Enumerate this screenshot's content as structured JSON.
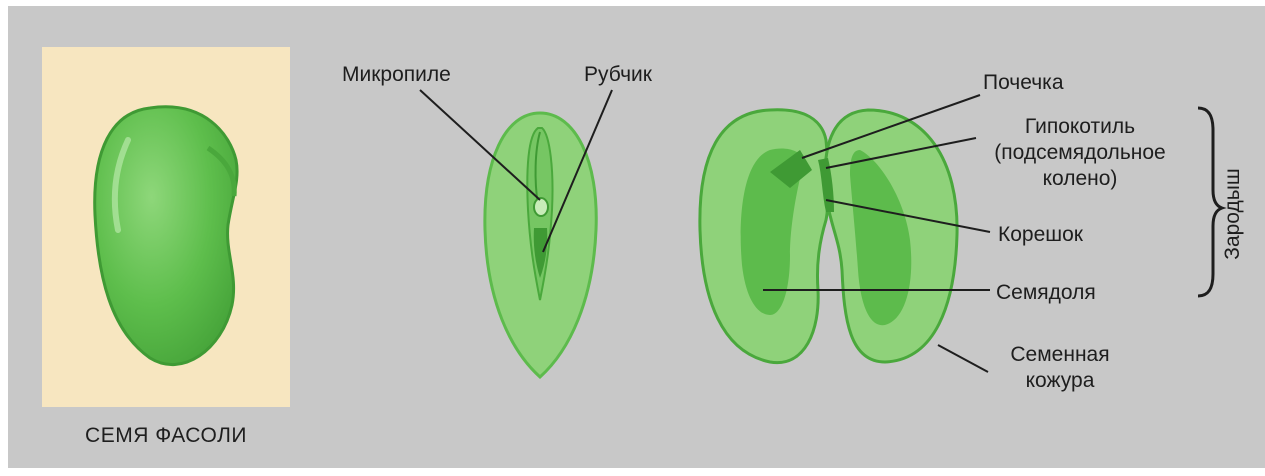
{
  "labels": {
    "micropyle": "Микропиле",
    "hilum": "Рубчик",
    "plumule": "Почечка",
    "hypocotyl_1": "Гипокотиль",
    "hypocotyl_2": "(подсемядольное",
    "hypocotyl_3": "колено)",
    "radicle": "Корешок",
    "cotyledon": "Семядоля",
    "seed_coat_1": "Семенная",
    "seed_coat_2": "кожура",
    "embryo": "Зародыш",
    "caption": "СЕМЯ ФАСОЛИ"
  },
  "colors": {
    "background": "#c8c8c8",
    "panel": "#f7e6c0",
    "seed_light": "#8fd27a",
    "seed_mid": "#5dbb4c",
    "seed_dark": "#3f9a34",
    "line": "#1e1e1e"
  }
}
